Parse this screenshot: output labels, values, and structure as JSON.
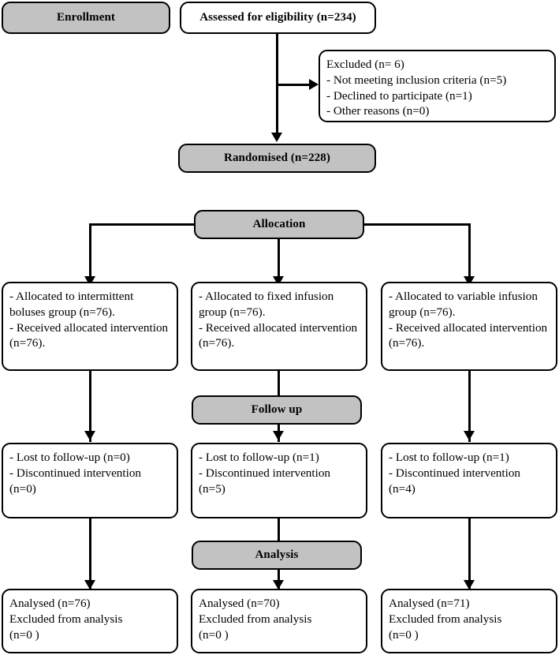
{
  "diagram": {
    "title": "CONSORT participant flow diagram",
    "type": "flowchart",
    "colors": {
      "stage_fill": "#c2c2c2",
      "box_fill": "#ffffff",
      "stroke": "#000000"
    },
    "stages": {
      "enrollment": "Enrollment",
      "allocation": "Allocation",
      "follow_up": "Follow up",
      "analysis": "Analysis"
    },
    "enrollment": {
      "assessed": "Assessed for eligibility (n=234)",
      "excluded": "Excluded (n= 6)\n- Not meeting inclusion criteria (n=5)\n- Declined to participate (n=1)\n- Other reasons (n=0)",
      "randomised": "Randomised (n=228)"
    },
    "allocation_boxes": [
      "- Allocated to intermittent boluses group (n=76).\n- Received allocated intervention (n=76).",
      "- Allocated to fixed infusion group (n=76).\n- Received allocated intervention (n=76).",
      "- Allocated to variable infusion group (n=76).\n- Received allocated intervention (n=76)."
    ],
    "followup_boxes": [
      "- Lost to follow-up (n=0)\n- Discontinued intervention (n=0)",
      "- Lost to follow-up (n=1)\n- Discontinued intervention (n=5)",
      "- Lost to follow-up (n=1)\n- Discontinued intervention (n=4)"
    ],
    "analysis_boxes": [
      "Analysed (n=76)\nExcluded from analysis\n(n=0 )",
      "Analysed (n=70)\nExcluded from analysis\n(n=0 )",
      "Analysed (n=71)\nExcluded from analysis\n(n=0 )"
    ]
  }
}
